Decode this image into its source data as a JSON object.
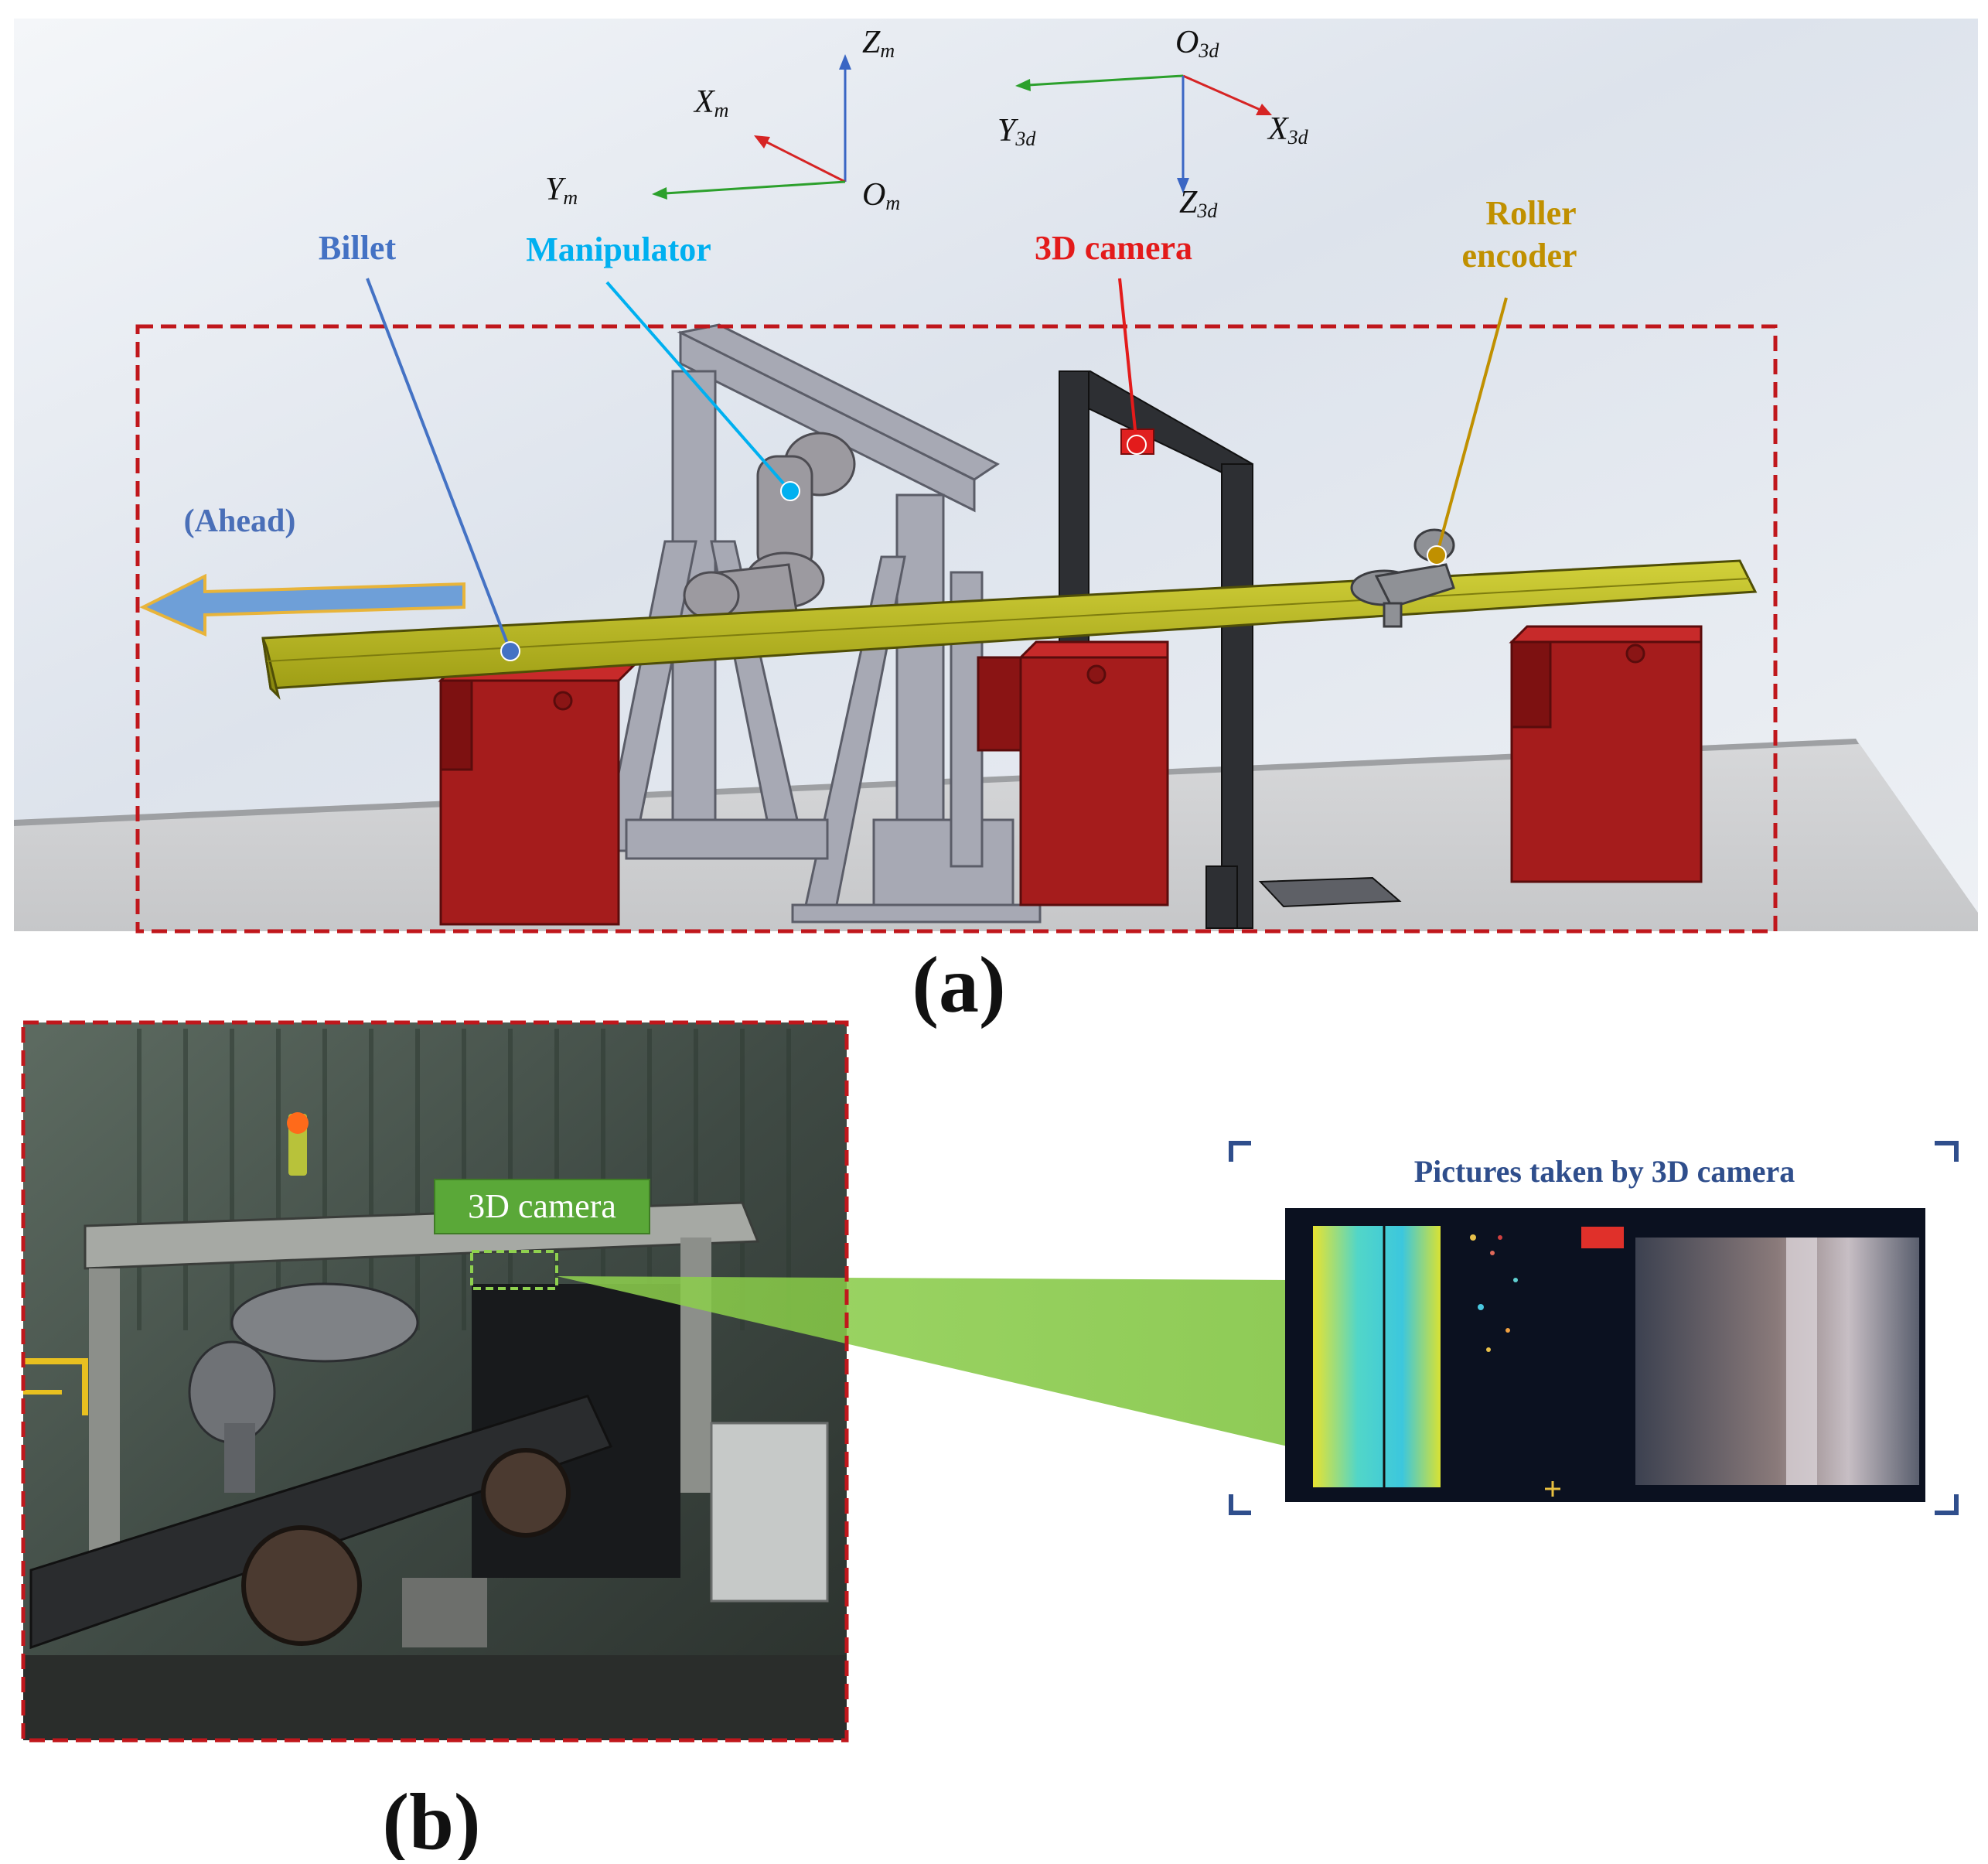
{
  "panel_a": {
    "caption": "(a)",
    "labels": {
      "billet": "Billet",
      "manipulator": "Manipulator",
      "camera_3d": "3D camera",
      "roller_encoder_line1": "Roller",
      "roller_encoder_line2": "encoder",
      "ahead": "(Ahead)"
    },
    "frame_manipulator": {
      "origin": "O",
      "origin_sub": "m",
      "x": "X",
      "x_sub": "m",
      "y": "Y",
      "y_sub": "m",
      "z": "Z",
      "z_sub": "m"
    },
    "frame_camera": {
      "origin": "O",
      "origin_sub": "3d",
      "x": "X",
      "x_sub": "3d",
      "y": "Y",
      "y_sub": "3d",
      "z": "Z",
      "z_sub": "3d"
    }
  },
  "panel_b": {
    "caption": "(b)",
    "camera_tag": "3D camera",
    "pictures_title": "Pictures taken by 3D camera"
  },
  "colors": {
    "dashed_frame": "#c0171c",
    "billet_label": "#4472c4",
    "manipulator_label": "#00b0f0",
    "camera_label": "#e31b1b",
    "encoder_label": "#c09000",
    "axis_x": "#d62424",
    "axis_y": "#2ca02c",
    "axis_z": "#3a66c4",
    "billet_body": "#b5b41a",
    "support_block": "#a51c1c",
    "camera_tag_bg": "#5aa838",
    "pictures_title": "#2f4e8c"
  }
}
